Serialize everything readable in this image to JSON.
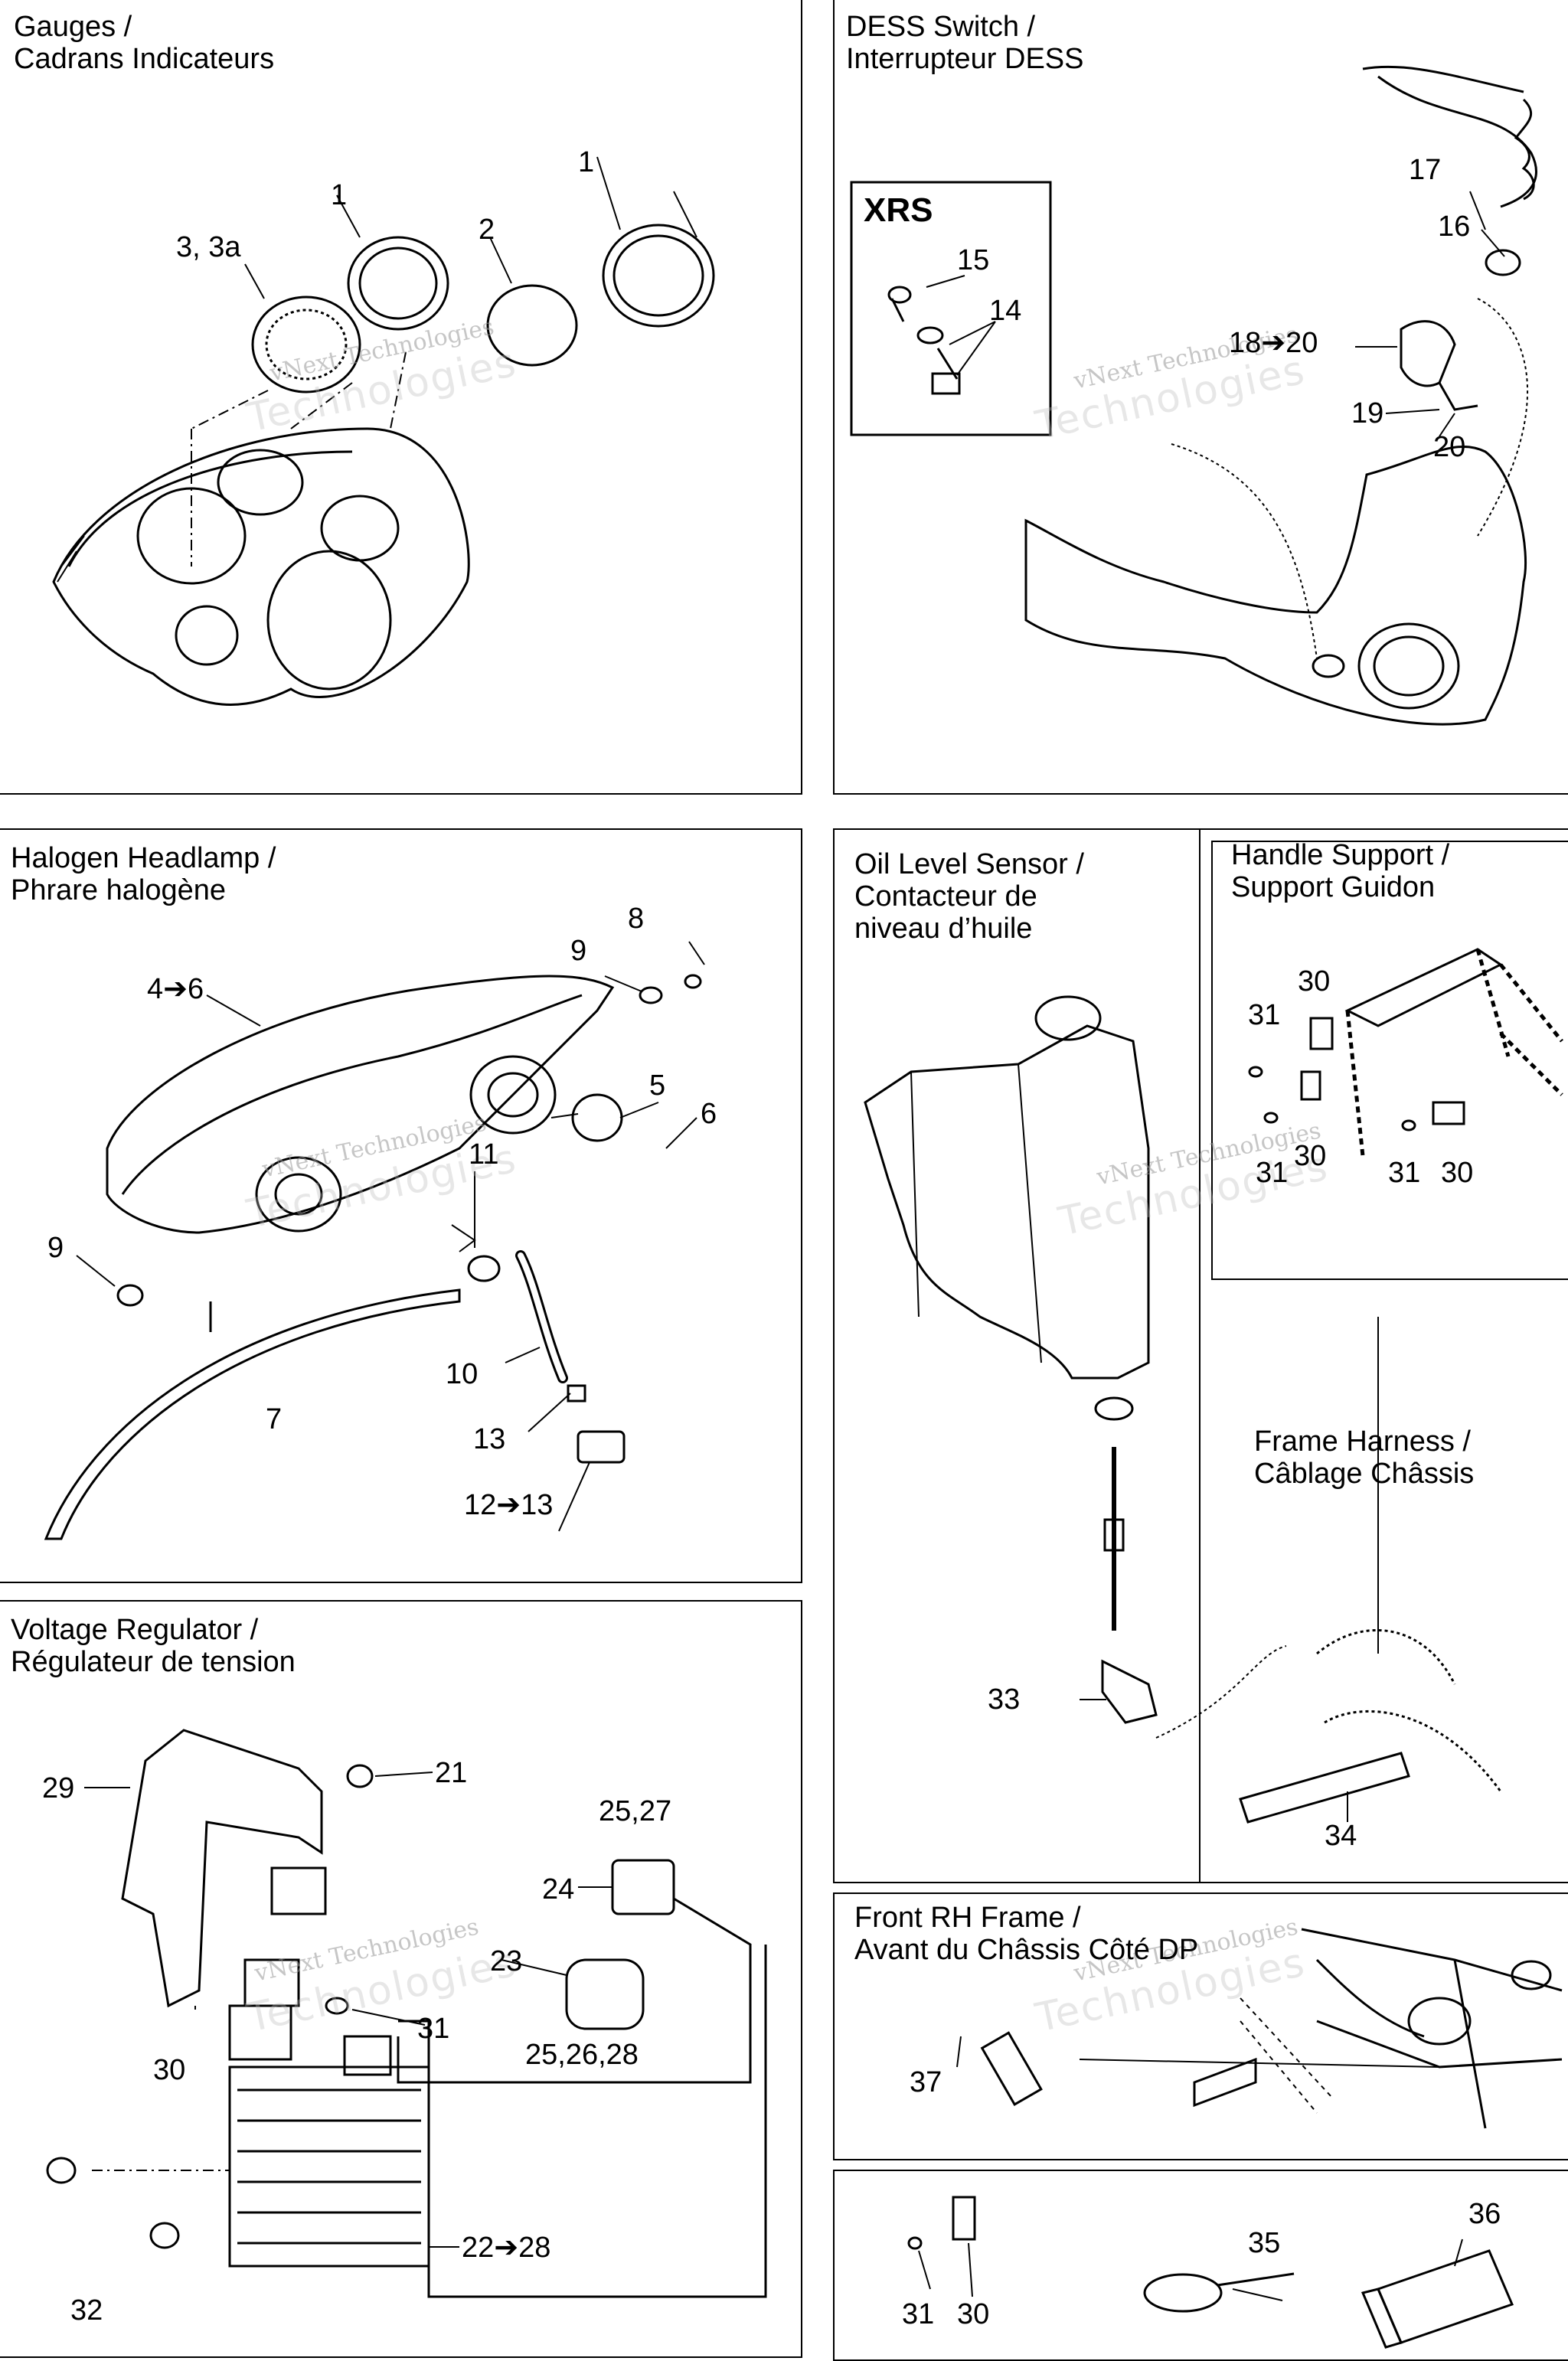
{
  "watermark": {
    "line1": "vNext Technologies",
    "line2": "Technologies",
    "line3": "vNext"
  },
  "gauges": {
    "title": "Gauges /\nCadrans Indicateurs",
    "labels": [
      "1",
      "3, 3a",
      "2",
      "1"
    ]
  },
  "dess": {
    "title": "DESS Switch /\nInterrupteur DESS",
    "xrs": "XRS",
    "labels": [
      "17",
      "16",
      "15",
      "14",
      "18➔20",
      "19",
      "20"
    ]
  },
  "headlamp": {
    "title": "Halogen Headlamp /\nPhrare halogène",
    "labels": [
      "8",
      "9",
      "4➔6",
      "5",
      "6",
      "11",
      "9",
      "10",
      "7",
      "13",
      "12➔13"
    ]
  },
  "oil": {
    "title": "Oil Level Sensor /\nContacteur de\nniveau d’huile",
    "labels": [
      "33"
    ]
  },
  "handle": {
    "title": "Handle Support /\nSupport Guidon",
    "labels": [
      "30",
      "31",
      "31",
      "30",
      "31",
      "30"
    ]
  },
  "frame_harness": {
    "title": "Frame Harness /\nCâblage Châssis",
    "labels": [
      "34"
    ]
  },
  "voltage": {
    "title": "Voltage Regulator /\nRégulateur de tension",
    "labels": [
      "29",
      "21",
      "25,27",
      "24",
      "23",
      "25,26,28",
      "31",
      "30",
      "22➔28",
      "32"
    ]
  },
  "front_rh": {
    "title": "Front RH Frame /\nAvant du Châssis Côté DP",
    "labels": [
      "37"
    ]
  },
  "misc": {
    "labels": [
      "35",
      "36",
      "31",
      "30"
    ]
  }
}
